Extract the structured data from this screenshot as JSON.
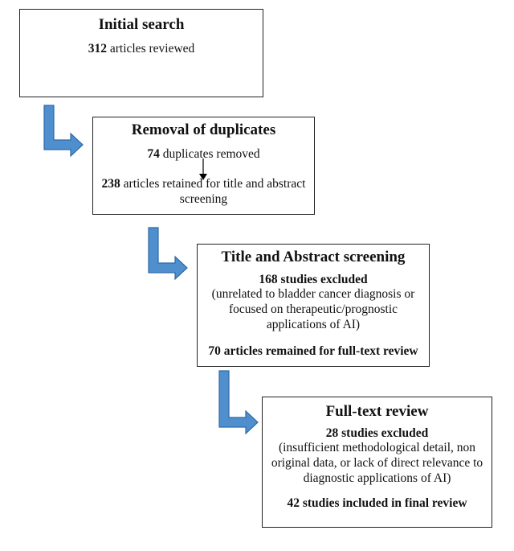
{
  "stage1": {
    "title": "Initial search",
    "count": "312",
    "text": " articles reviewed"
  },
  "stage2": {
    "title": "Removal of duplicates",
    "dup_count": "74",
    "dup_text": " duplicates removed",
    "retained_count": "238",
    "retained_text": " articles retained for title and abstract screening"
  },
  "stage3": {
    "title": "Title and Abstract screening",
    "excluded": "168 studies excluded",
    "reason": "(unrelated to bladder cancer diagnosis or focused on therapeutic/prognostic applications of AI)",
    "remained": "70 articles remained for full-text review"
  },
  "stage4": {
    "title": "Full-text review",
    "excluded": "28 studies excluded",
    "reason": "(insufficient methodological detail, non original data, or lack of direct relevance to diagnostic applications of AI)",
    "included": "42 studies included in final review"
  },
  "colors": {
    "arrow_fill": "#4f8fce",
    "arrow_stroke": "#2f6aa6",
    "border": "#222222"
  }
}
